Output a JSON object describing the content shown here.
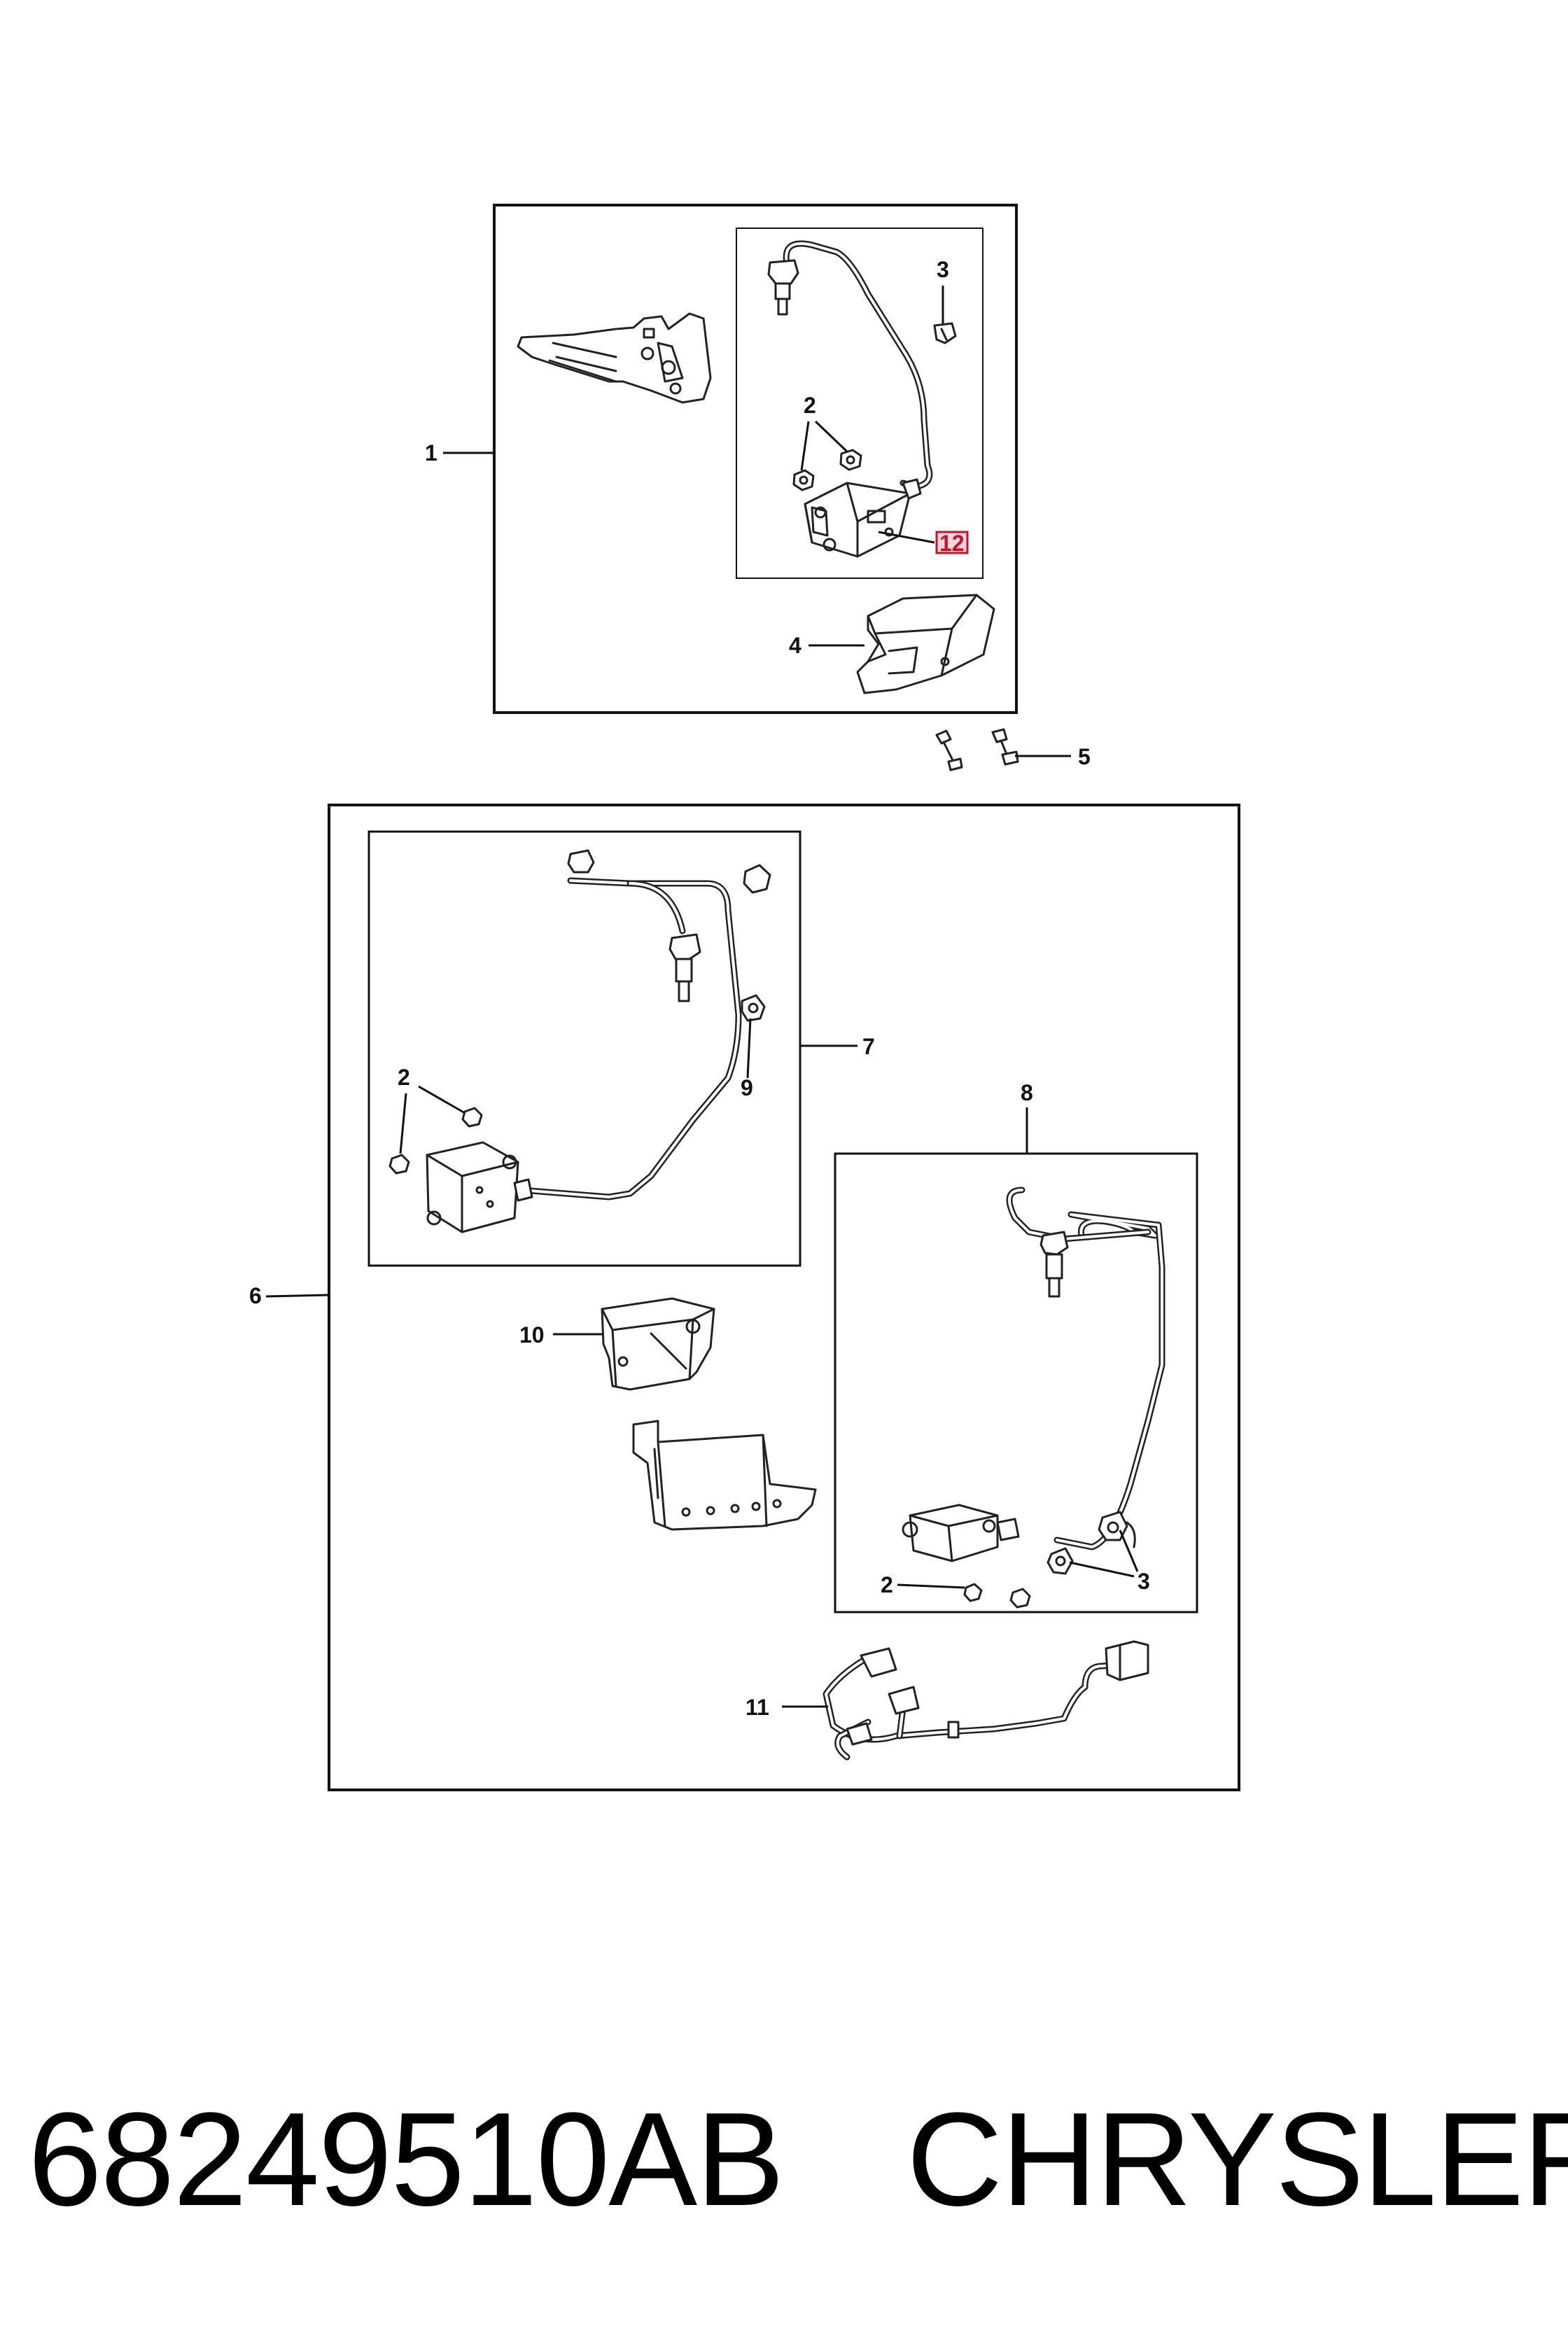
{
  "callouts": {
    "c1": "1",
    "c2_top": "2",
    "c3_top": "3",
    "c12": "12",
    "c4": "4",
    "c5": "5",
    "c6": "6",
    "c7": "7",
    "c9": "9",
    "c2_left": "2",
    "c8": "8",
    "c10": "10",
    "c2_right": "2",
    "c3_right": "3",
    "c11": "11"
  },
  "colors": {
    "line": "#222222",
    "highlight_box": "#c8102e",
    "highlight_fill": "#f6d6dc"
  },
  "caption": {
    "part_number": "68249510AB",
    "brand": "CHRYSLER"
  }
}
